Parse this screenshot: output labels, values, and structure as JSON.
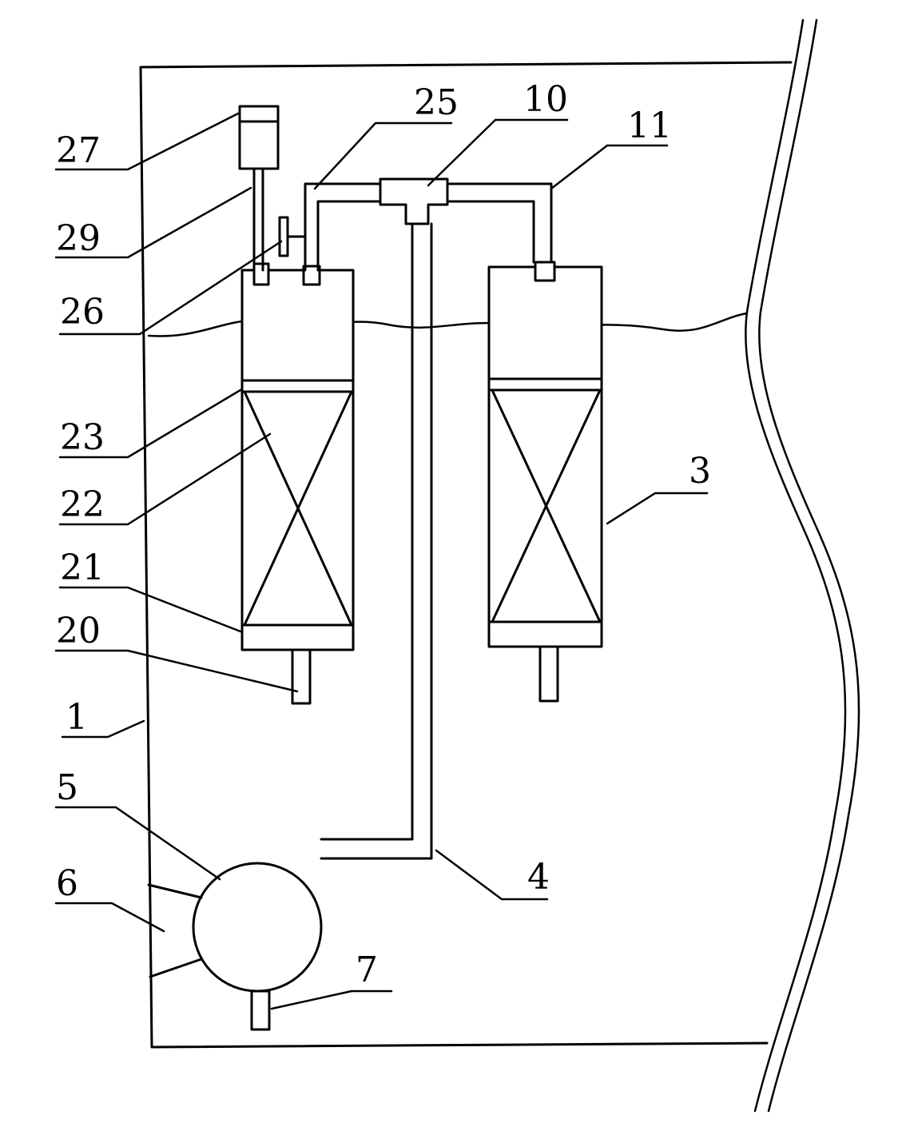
{
  "labels": {
    "l27": "27",
    "l29": "29",
    "l26": "26",
    "l25": "25",
    "l10": "10",
    "l11": "11",
    "l23": "23",
    "l22": "22",
    "l21": "21",
    "l20": "20",
    "l1": "1",
    "l5": "5",
    "l6": "6",
    "l4": "4",
    "l3": "3",
    "l7": "7"
  },
  "colors": {
    "line": "#000000",
    "background": "#ffffff"
  }
}
